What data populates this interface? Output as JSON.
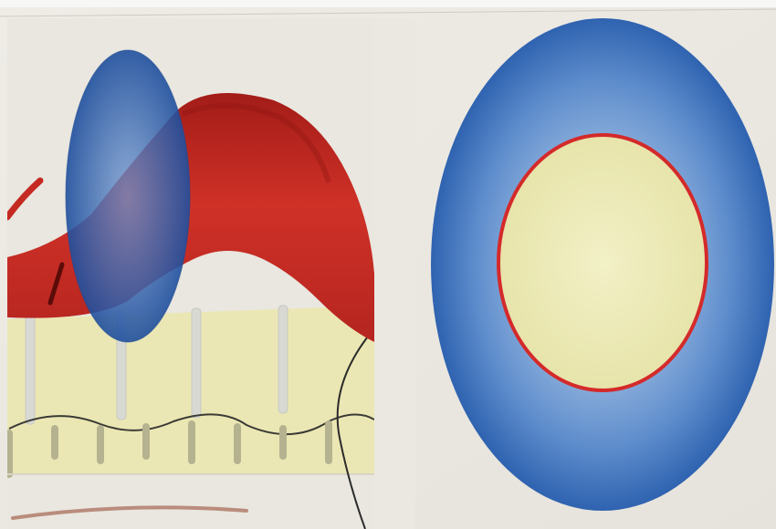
{
  "image": {
    "subject": "anatomical-illustration",
    "left_panel": {
      "content": "aorta-with-cross-section-plane",
      "vessel_color": "#c42a22",
      "section_plane_color": "#2f63b0",
      "spine_color": "#ebe7b4"
    },
    "right_panel": {
      "content": "vessel-cross-section",
      "outer_color": "#3a73c4",
      "lumen_color": "#efeebd",
      "wall_color": "#d42a2a"
    },
    "paper_color": "#ebe8e2"
  }
}
